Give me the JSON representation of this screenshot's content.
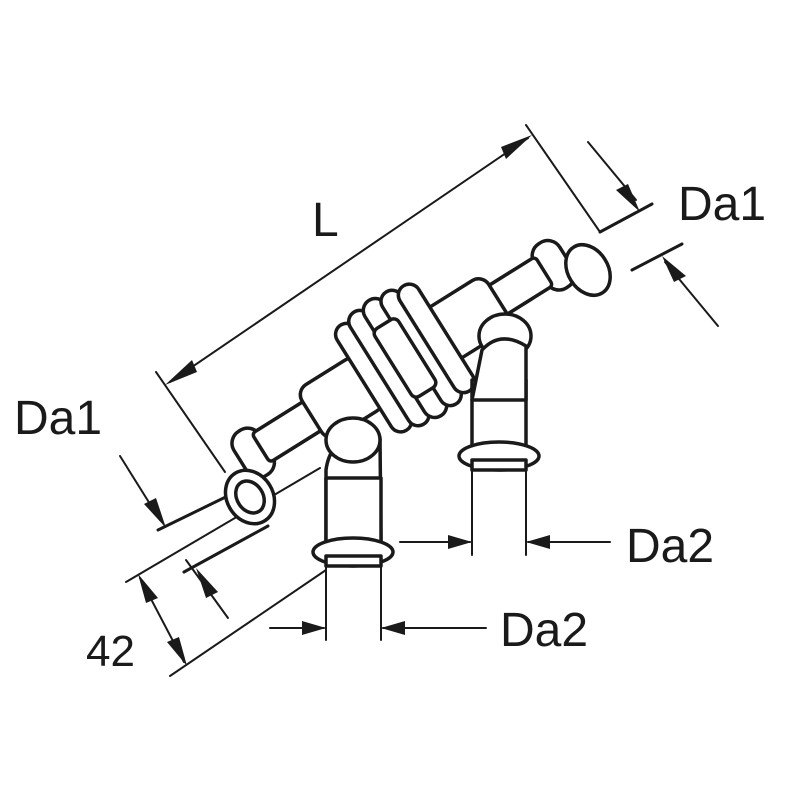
{
  "diagram": {
    "labels": {
      "length": "L",
      "run_diameter_top": "Da1",
      "run_diameter_left": "Da1",
      "branch_diameter_right": "Da2",
      "branch_diameter_bottom": "Da2",
      "branch_offset": "42"
    },
    "colors": {
      "line": "#1a1a1a",
      "background": "#ffffff"
    }
  }
}
